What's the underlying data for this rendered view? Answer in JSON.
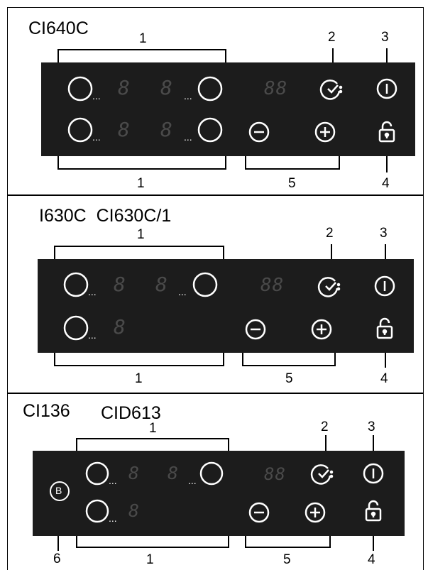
{
  "sections": [
    {
      "model": "CI640C",
      "callouts": {
        "zones_top": "1",
        "timer": "2",
        "power": "3",
        "zones_bottom": "1",
        "adjust": "5",
        "lock": "4"
      },
      "zone_digit": "8",
      "timer_digits": "88"
    },
    {
      "model": "I630C  CI630C/1",
      "callouts": {
        "zones_top": "1",
        "timer": "2",
        "power": "3",
        "zones_bottom": "1",
        "adjust": "5",
        "lock": "4"
      },
      "zone_digit": "8",
      "timer_digits": "88"
    },
    {
      "model_a": "CI136",
      "model_b": "CID613",
      "callouts": {
        "zones_top": "1",
        "timer": "2",
        "power": "3",
        "zones_bottom": "1",
        "adjust": "5",
        "lock": "4",
        "boost": "6"
      },
      "zone_digit": "8",
      "timer_digits": "88",
      "boost_label": "B"
    }
  ],
  "icons": [
    "zone-circle-icon",
    "timer-check-icon",
    "power-icon",
    "minus-icon",
    "plus-icon",
    "lock-icon",
    "boost-icon"
  ],
  "colors": {
    "panel": "#1c1c1c",
    "icon": "#ffffff",
    "digit": "#4a4a4a"
  }
}
